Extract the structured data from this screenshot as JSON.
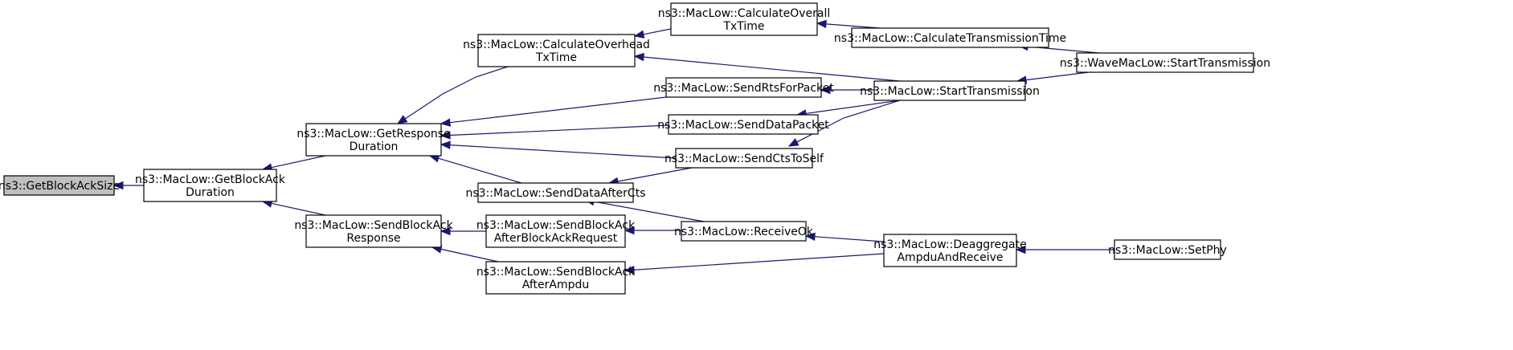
{
  "graph": {
    "colors": {
      "edge": "#191970",
      "node_border": "#000000",
      "root_fill": "#bfbfbf",
      "background": "#ffffff"
    },
    "nodes": [
      {
        "id": "n0",
        "lines": [
          "ns3::GetBlockAckSize"
        ],
        "root": true
      },
      {
        "id": "n1",
        "lines": [
          "ns3::MacLow::GetBlockAck",
          "Duration"
        ]
      },
      {
        "id": "n2",
        "lines": [
          "ns3::MacLow::GetResponse",
          "Duration"
        ]
      },
      {
        "id": "n3",
        "lines": [
          "ns3::MacLow::SendBlockAck",
          "Response"
        ]
      },
      {
        "id": "n4",
        "lines": [
          "ns3::MacLow::CalculateOverhead",
          "TxTime"
        ]
      },
      {
        "id": "n5",
        "lines": [
          "ns3::MacLow::SendRtsForPacket"
        ]
      },
      {
        "id": "n6",
        "lines": [
          "ns3::MacLow::SendDataPacket"
        ]
      },
      {
        "id": "n7",
        "lines": [
          "ns3::MacLow::SendCtsToSelf"
        ]
      },
      {
        "id": "n8",
        "lines": [
          "ns3::MacLow::SendDataAfterCts"
        ]
      },
      {
        "id": "n9",
        "lines": [
          "ns3::MacLow::SendBlockAck",
          "AfterBlockAckRequest"
        ]
      },
      {
        "id": "n10",
        "lines": [
          "ns3::MacLow::SendBlockAck",
          "AfterAmpdu"
        ]
      },
      {
        "id": "n11",
        "lines": [
          "ns3::MacLow::CalculateOverall",
          "TxTime"
        ]
      },
      {
        "id": "n12",
        "lines": [
          "ns3::MacLow::CalculateTransmissionTime"
        ]
      },
      {
        "id": "n13",
        "lines": [
          "ns3::MacLow::StartTransmission"
        ]
      },
      {
        "id": "n14",
        "lines": [
          "ns3::MacLow::ReceiveOk"
        ]
      },
      {
        "id": "n15",
        "lines": [
          "ns3::MacLow::Deaggregate",
          "AmpduAndReceive"
        ]
      },
      {
        "id": "n16",
        "lines": [
          "ns3::WaveMacLow::StartTransmission"
        ]
      },
      {
        "id": "n17",
        "lines": [
          "ns3::MacLow::SetPhy"
        ]
      }
    ],
    "edges": [
      {
        "from": "n1",
        "to": "n0"
      },
      {
        "from": "n2",
        "to": "n1"
      },
      {
        "from": "n3",
        "to": "n1"
      },
      {
        "from": "n4",
        "to": "n2"
      },
      {
        "from": "n5",
        "to": "n2"
      },
      {
        "from": "n6",
        "to": "n2"
      },
      {
        "from": "n7",
        "to": "n2"
      },
      {
        "from": "n8",
        "to": "n2"
      },
      {
        "from": "n9",
        "to": "n3"
      },
      {
        "from": "n10",
        "to": "n3"
      },
      {
        "from": "n11",
        "to": "n4"
      },
      {
        "from": "n13",
        "to": "n4"
      },
      {
        "from": "n12",
        "to": "n11"
      },
      {
        "from": "n16",
        "to": "n12"
      },
      {
        "from": "n13",
        "to": "n5"
      },
      {
        "from": "n13",
        "to": "n6"
      },
      {
        "from": "n13",
        "to": "n7"
      },
      {
        "from": "n7",
        "to": "n8"
      },
      {
        "from": "n14",
        "to": "n8"
      },
      {
        "from": "n14",
        "to": "n9"
      },
      {
        "from": "n15",
        "to": "n10"
      },
      {
        "from": "n15",
        "to": "n14"
      },
      {
        "from": "n16",
        "to": "n13"
      },
      {
        "from": "n17",
        "to": "n15"
      }
    ]
  }
}
